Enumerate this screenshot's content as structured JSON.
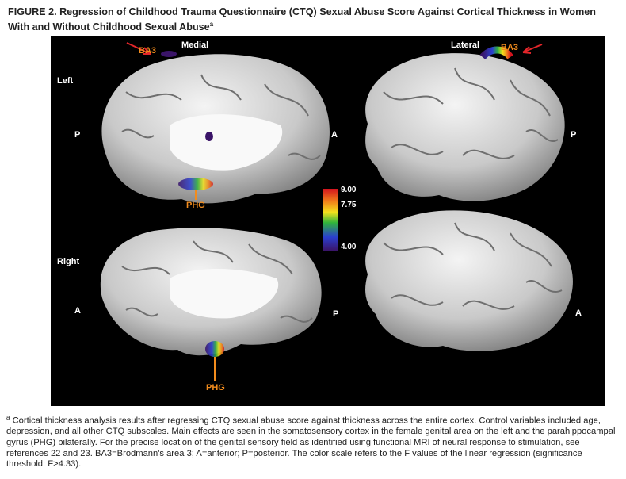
{
  "figure": {
    "title": "FIGURE 2. Regression of Childhood Trauma Questionnaire (CTQ) Sexual Abuse Score Against Cortical Thickness in Women With and Without Childhood Sexual Abuse",
    "title_footnote_mark": "a"
  },
  "labels": {
    "medial": "Medial",
    "lateral": "Lateral",
    "left": "Left",
    "right": "Right",
    "ba3": "BA3",
    "phg": "PHG",
    "posterior": "P",
    "anterior": "A"
  },
  "color_scale": {
    "max": "9.00",
    "mid": "7.75",
    "min": "4.00",
    "colors": [
      "#d4141e",
      "#f07d1a",
      "#f2e21d",
      "#2fb43b",
      "#2a3fd0",
      "#3a1468"
    ]
  },
  "caption": {
    "footnote_mark": "a",
    "text": "Cortical thickness analysis results after regressing CTQ sexual abuse score against thickness across the entire cortex. Control variables included age, depression, and all other CTQ subscales. Main effects are seen in the somatosensory cortex in the female genital area on the left and the parahippocampal gyrus (PHG) bilaterally. For the precise location of the genital sensory field as identified using functional MRI of neural response to stimulation, see references 22 and 23. BA3=Brodmann's area 3; A=anterior; P=posterior. The color scale refers to the F values of the linear regression (significance threshold: F>4.33)."
  }
}
